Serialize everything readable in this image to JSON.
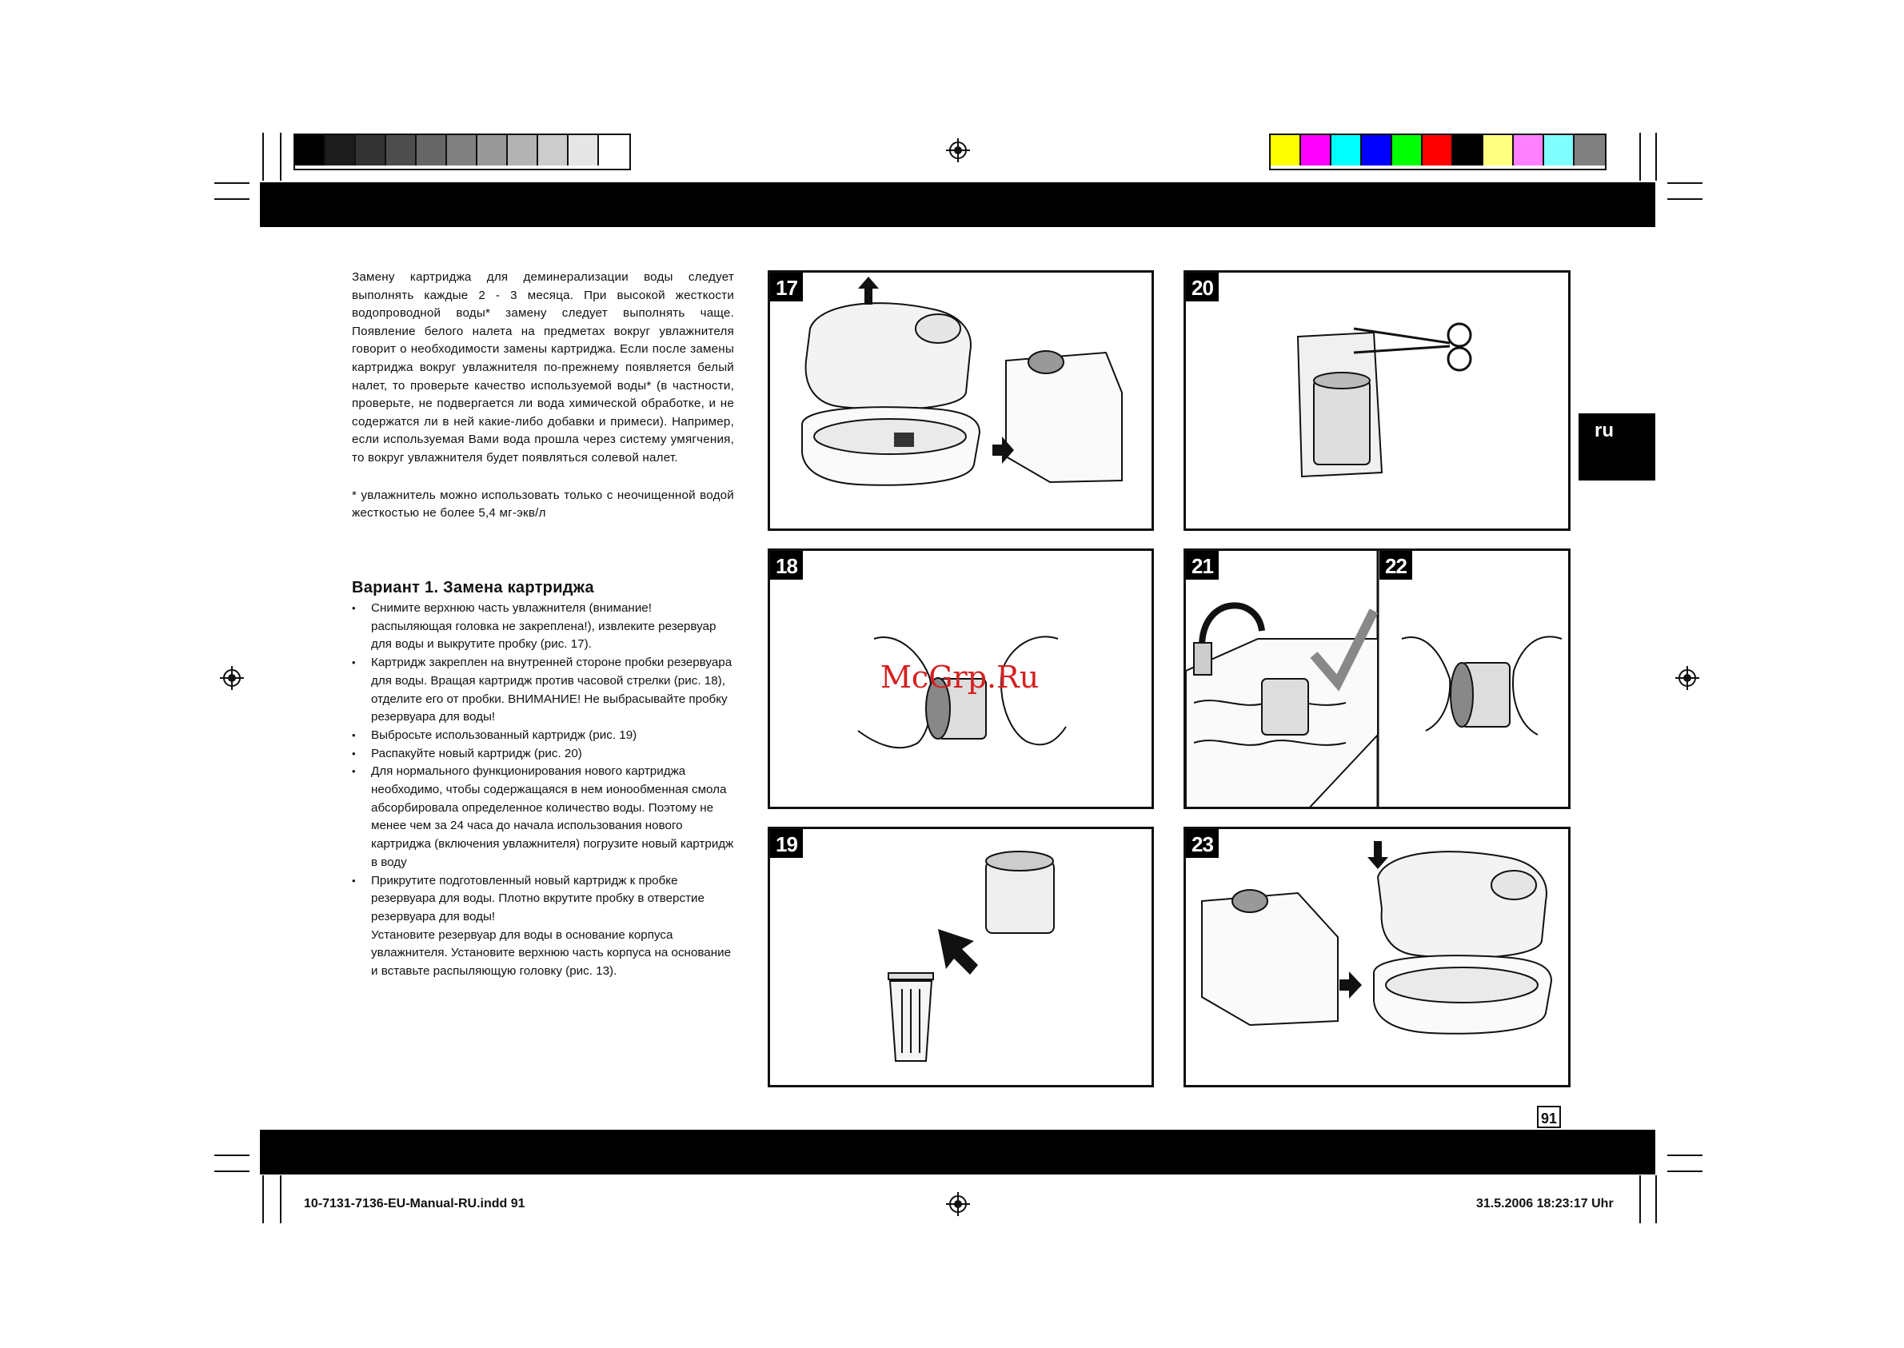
{
  "colors": {
    "gray_swatches": [
      "#000000",
      "#1c1c1c",
      "#333333",
      "#4d4d4d",
      "#666666",
      "#808080",
      "#999999",
      "#b3b3b3",
      "#cccccc",
      "#e6e6e6",
      "#ffffff"
    ],
    "color_swatches": [
      "#ffff00",
      "#ff00ff",
      "#00ffff",
      "#0000ff",
      "#00ff00",
      "#ff0000",
      "#000000",
      "#ffff80",
      "#ff80ff",
      "#80ffff",
      "#808080"
    ],
    "bar": "#000000",
    "watermark": "#d42020"
  },
  "intro": {
    "paragraph1": "Замену картриджа для деминерализации воды следует выполнять каждые 2 - 3 месяца. При высокой жесткости водопроводной воды* замену следует выполнять чаще. Появление белого налета на предметах вокруг увлажнителя говорит о необходимости замены картриджа. Если после замены картриджа вокруг увлажнителя по-прежнему появляется белый налет, то проверьте качество используемой воды* (в частности, проверьте, не подвергается ли вода химической обработке, и не содержатся ли в ней какие-либо добавки и примеси). Например, если используемая Вами вода прошла через систему умягчения, то вокруг увлажнителя будет появляться солевой налет.",
    "footnote": "* увлажнитель можно использовать только с неочищенной водой жесткостью не более 5,4 мг-экв/л"
  },
  "variant": {
    "heading": "Вариант 1. Замена картриджа",
    "bullet_symbol": "•",
    "bullets": [
      "Снимите верхнюю часть увлажнителя (внимание! распыляющая головка не закреплена!), извлеките резервуар для воды и выкрутите пробку (рис. 17).",
      "Картридж закреплен на внутренней стороне пробки резервуара для воды. Вращая картридж против часовой стрелки (рис. 18), отделите его от пробки. ВНИМАНИЕ! Не выбрасывайте пробку резервуара для воды!",
      "Выбросьте использованный картридж (рис. 19)",
      "Распакуйте новый картридж (рис. 20)",
      "Для нормального функционирования нового картриджа необходимо, чтобы содержащаяся в нем ионообменная смола абсорбировала определенное количество воды. Поэтому не менее чем за 24 часа до начала использования нового картриджа (включения увлажнителя) погрузите новый картридж в воду",
      "Прикрутите подготовленный новый картридж к пробке резервуара для воды. Плотно вкрутите пробку в отверстие резервуара для воды!"
    ],
    "continuation": "Установите резервуар для воды в основание корпуса увлажнителя. Установите верхнюю часть корпуса на основание и вставьте распыляющую головку (рис. 13)."
  },
  "figures": {
    "f17": "17",
    "f18": "18",
    "f19": "19",
    "f20": "20",
    "f21": "21",
    "f22": "22",
    "f23": "23"
  },
  "language_tab": "ru",
  "watermark": "McGrp.Ru",
  "page_number": "91",
  "footer": {
    "file": "10-7131-7136-EU-Manual-RU.indd   91",
    "timestamp": "31.5.2006   18:23:17 Uhr"
  },
  "icons": [
    "registration-mark-icon",
    "arrow-up-icon",
    "arrow-right-icon",
    "arrow-down-icon",
    "scissors-icon",
    "trash-can-icon",
    "checkmark-icon",
    "faucet-icon"
  ]
}
